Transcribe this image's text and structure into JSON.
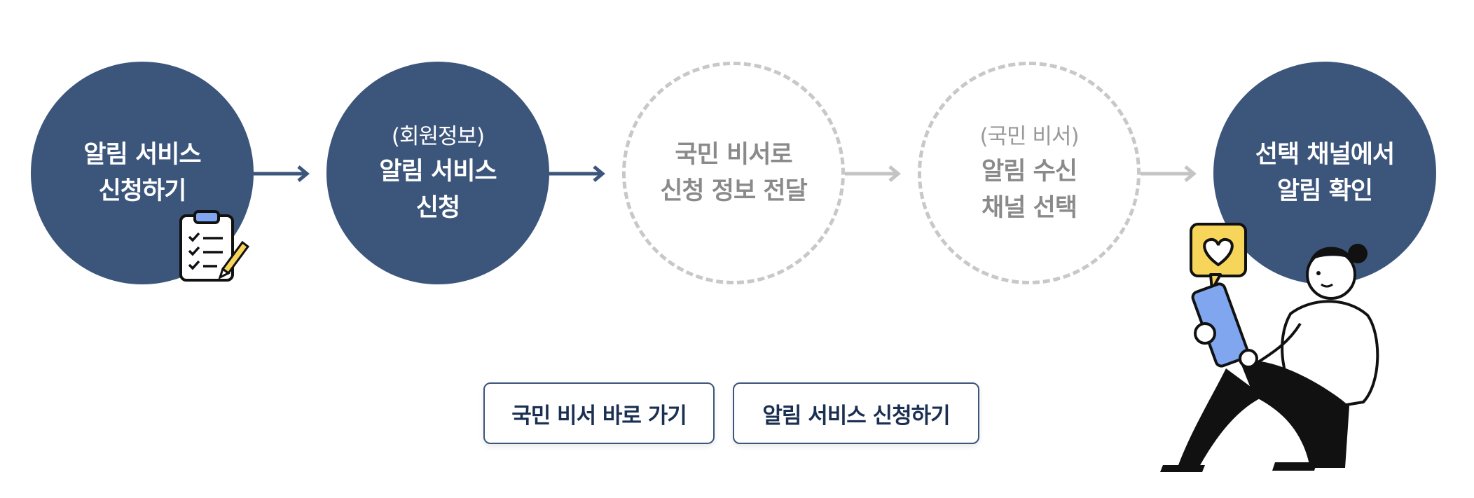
{
  "steps": [
    {
      "lines": [
        "알림 서비스",
        "신청하기"
      ],
      "state": "active"
    },
    {
      "sub": "(회원정보)",
      "lines": [
        "알림 서비스",
        "신청"
      ],
      "state": "active"
    },
    {
      "lines": [
        "국민 비서로",
        "신청 정보 전달"
      ],
      "state": "pending"
    },
    {
      "sub": "(국민 비서)",
      "lines": [
        "알림 수신",
        "채널 선택"
      ],
      "state": "pending"
    },
    {
      "lines": [
        "선택 채널에서",
        "알림 확인"
      ],
      "state": "active"
    }
  ],
  "buttons": {
    "go_secretary": "국민 비서 바로 가기",
    "apply_service": "알림 서비스 신청하기"
  },
  "colors": {
    "active": "#3c557b",
    "pending_border": "#c8c8c8",
    "pending_text": "#8a8a8a",
    "button_text": "#1b2f52"
  },
  "icons": [
    "clipboard-checklist-icon",
    "pencil-icon",
    "heart-icon",
    "tablet-icon"
  ]
}
